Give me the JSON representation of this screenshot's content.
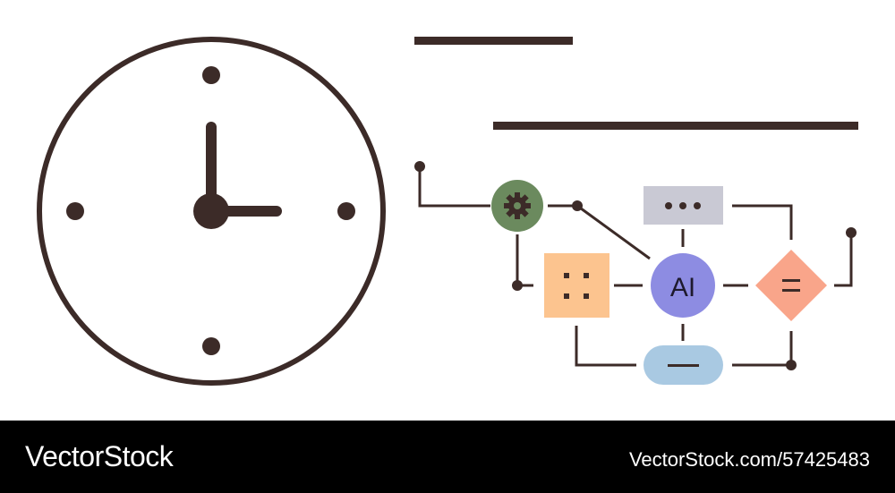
{
  "colors": {
    "ink": "#3c2b28",
    "gear_node": "#6b8a5e",
    "grid_node": "#fcc48f",
    "ai_node": "#8d8ce2",
    "menu_node": "#c9c9d4",
    "equals_node": "#f9a58a",
    "minus_node": "#a9c9e2",
    "footer_bg": "#000000",
    "footer_text": "#ffffff"
  },
  "icons": {
    "clock": "clock-icon",
    "gear": "gear-icon",
    "grid": "grid-dots-icon",
    "ai": "ai-node",
    "menu": "ellipsis-icon",
    "equals": "equals-icon",
    "minus": "minus-icon"
  },
  "diagram": {
    "ai_label": "AI"
  },
  "footer": {
    "brand": "VectorStock",
    "stock_id": "VectorStock.com/57425483"
  }
}
